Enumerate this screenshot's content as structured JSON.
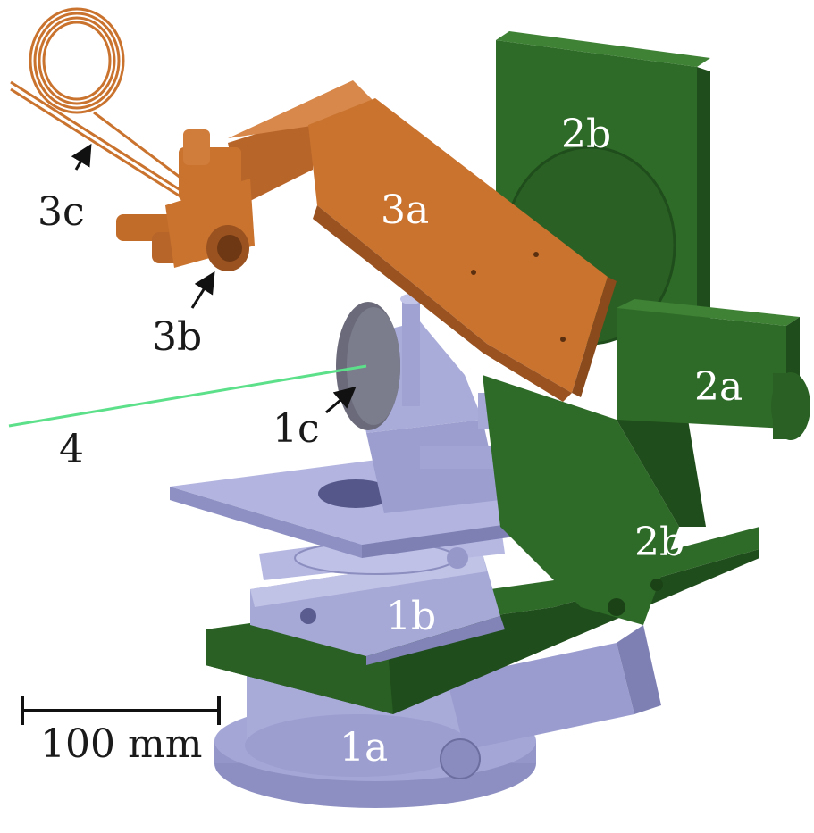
{
  "labels": {
    "l1a": "1a",
    "l1b": "1b",
    "l1c": "1c",
    "l2a": "2a",
    "l2b_top": "2b",
    "l2b_mid": "2b",
    "l3a": "3a",
    "l3b": "3b",
    "l3c": "3c",
    "l4": "4",
    "scale": "100 mm"
  },
  "colors": {
    "green": "#2f6b28",
    "green_dark": "#1f4d1b",
    "orange": "#c9732f",
    "orange_dark": "#9a5220",
    "lavender": "#a4a6d6",
    "lavender_dark": "#7e80b4",
    "laser": "#5de08a"
  },
  "icons": {
    "arrow": "arrow-icon"
  }
}
